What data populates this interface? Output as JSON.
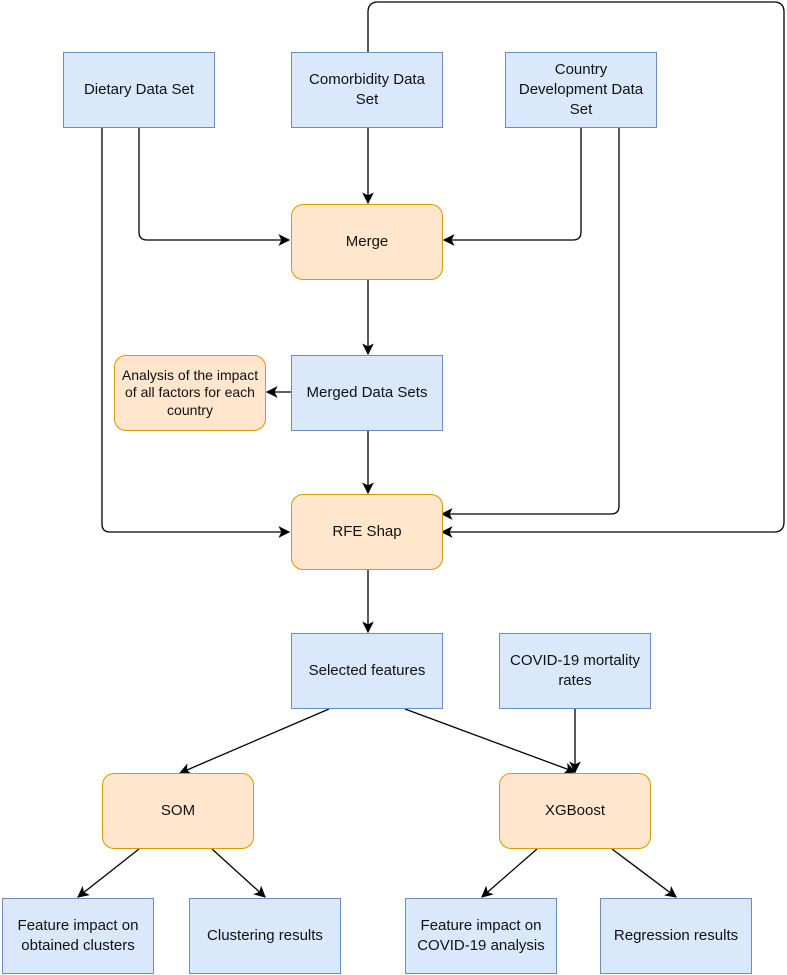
{
  "nodes": {
    "dietary": {
      "label": "Dietary Data Set"
    },
    "comorbidity": {
      "label": "Comorbidity Data Set"
    },
    "country_dev": {
      "label": "Country Development Data Set"
    },
    "merge": {
      "label": "Merge"
    },
    "merged": {
      "label": "Merged Data Sets"
    },
    "analysis": {
      "label": "Analysis of the impact of all factors for each country"
    },
    "rfe": {
      "label": "RFE Shap"
    },
    "selected": {
      "label": "Selected features"
    },
    "covid": {
      "label": "COVID-19 mortality rates"
    },
    "som": {
      "label": "SOM"
    },
    "xgboost": {
      "label": "XGBoost"
    },
    "feat_clusters": {
      "label": "Feature impact on obtained clusters"
    },
    "clustering": {
      "label": "Clustering results"
    },
    "feat_covid": {
      "label": "Feature impact on COVID-19 analysis"
    },
    "regression": {
      "label": "Regression results"
    }
  },
  "edges": [
    {
      "from": "dietary",
      "to": "merge"
    },
    {
      "from": "comorbidity",
      "to": "merge"
    },
    {
      "from": "country_dev",
      "to": "merge"
    },
    {
      "from": "merge",
      "to": "merged"
    },
    {
      "from": "merged",
      "to": "analysis"
    },
    {
      "from": "merged",
      "to": "rfe"
    },
    {
      "from": "dietary",
      "to": "rfe"
    },
    {
      "from": "country_dev",
      "to": "rfe"
    },
    {
      "from": "comorbidity",
      "to": "rfe"
    },
    {
      "from": "rfe",
      "to": "selected"
    },
    {
      "from": "selected",
      "to": "som"
    },
    {
      "from": "selected",
      "to": "xgboost"
    },
    {
      "from": "covid",
      "to": "xgboost"
    },
    {
      "from": "som",
      "to": "feat_clusters"
    },
    {
      "from": "som",
      "to": "clustering"
    },
    {
      "from": "xgboost",
      "to": "feat_covid"
    },
    {
      "from": "xgboost",
      "to": "regression"
    }
  ],
  "colors": {
    "data_fill": "#dae8fc",
    "data_stroke": "#6c8ebf",
    "process_fill": "#ffe6cc",
    "process_stroke": "#d79b00",
    "edge": "#000000"
  }
}
